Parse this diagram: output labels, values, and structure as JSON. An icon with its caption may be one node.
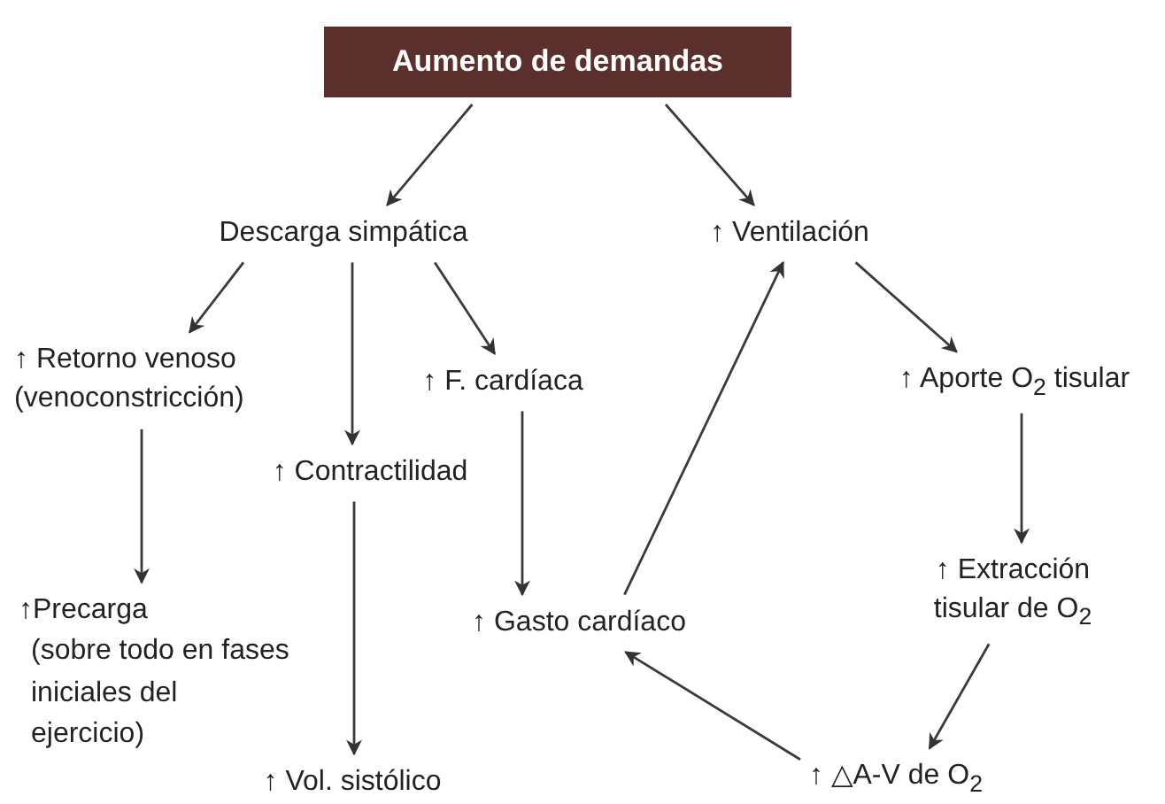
{
  "diagram": {
    "nodes": [
      {
        "text": [
          "Aumento de demandas"
        ]
      },
      {
        "text": [
          "Descarga simpática"
        ]
      },
      {
        "text": [
          "↑ Ventilación"
        ]
      },
      {
        "text": [
          "↑ Retorno venoso (venoconstricción)"
        ]
      },
      {
        "text": [
          "↑ F. cardíaca"
        ]
      },
      {
        "text": [
          "↑ Contractilidad"
        ]
      },
      {
        "text": [
          "↑ Aporte O$_{2}$ tisular"
        ]
      },
      {
        "text": [
          "↑Precarga",
          "(sobre todo en fases iniciales del ejercicio)"
        ]
      },
      {
        "text": [
          "↑ Gasto cardíaco"
        ]
      },
      {
        "text": [
          "↑ Extracción tisular de O$_{2}$"
        ]
      },
      {
        "text": [
          "↑ Vol. sistólico"
        ]
      },
      {
        "text": [
          "↑ △A-V de O$_{2}$"
        ]
      }
    ],
    "edges": [
      {
        "from": 0,
        "to": 1,
        "arrow": "to"
      },
      {
        "from": 0,
        "to": 2,
        "arrow": "to"
      },
      {
        "from": 1,
        "to": 3,
        "arrow": "to"
      },
      {
        "from": 1,
        "to": 5,
        "arrow": "to"
      },
      {
        "from": 1,
        "to": 4,
        "arrow": "to"
      },
      {
        "from": 2,
        "to": 6,
        "arrow": "to"
      },
      {
        "from": 3,
        "to": 7,
        "arrow": "to"
      },
      {
        "from": 5,
        "to": 10,
        "arrow": "to"
      },
      {
        "from": 4,
        "to": 8,
        "arrow": "to"
      },
      {
        "from": 8,
        "to": 2,
        "arrow": "to"
      },
      {
        "from": 6,
        "to": 9,
        "arrow": "to"
      },
      {
        "from": 9,
        "to": 11,
        "arrow": "to"
      },
      {
        "from": 11,
        "to": 8,
        "arrow": "to"
      }
    ]
  }
}
